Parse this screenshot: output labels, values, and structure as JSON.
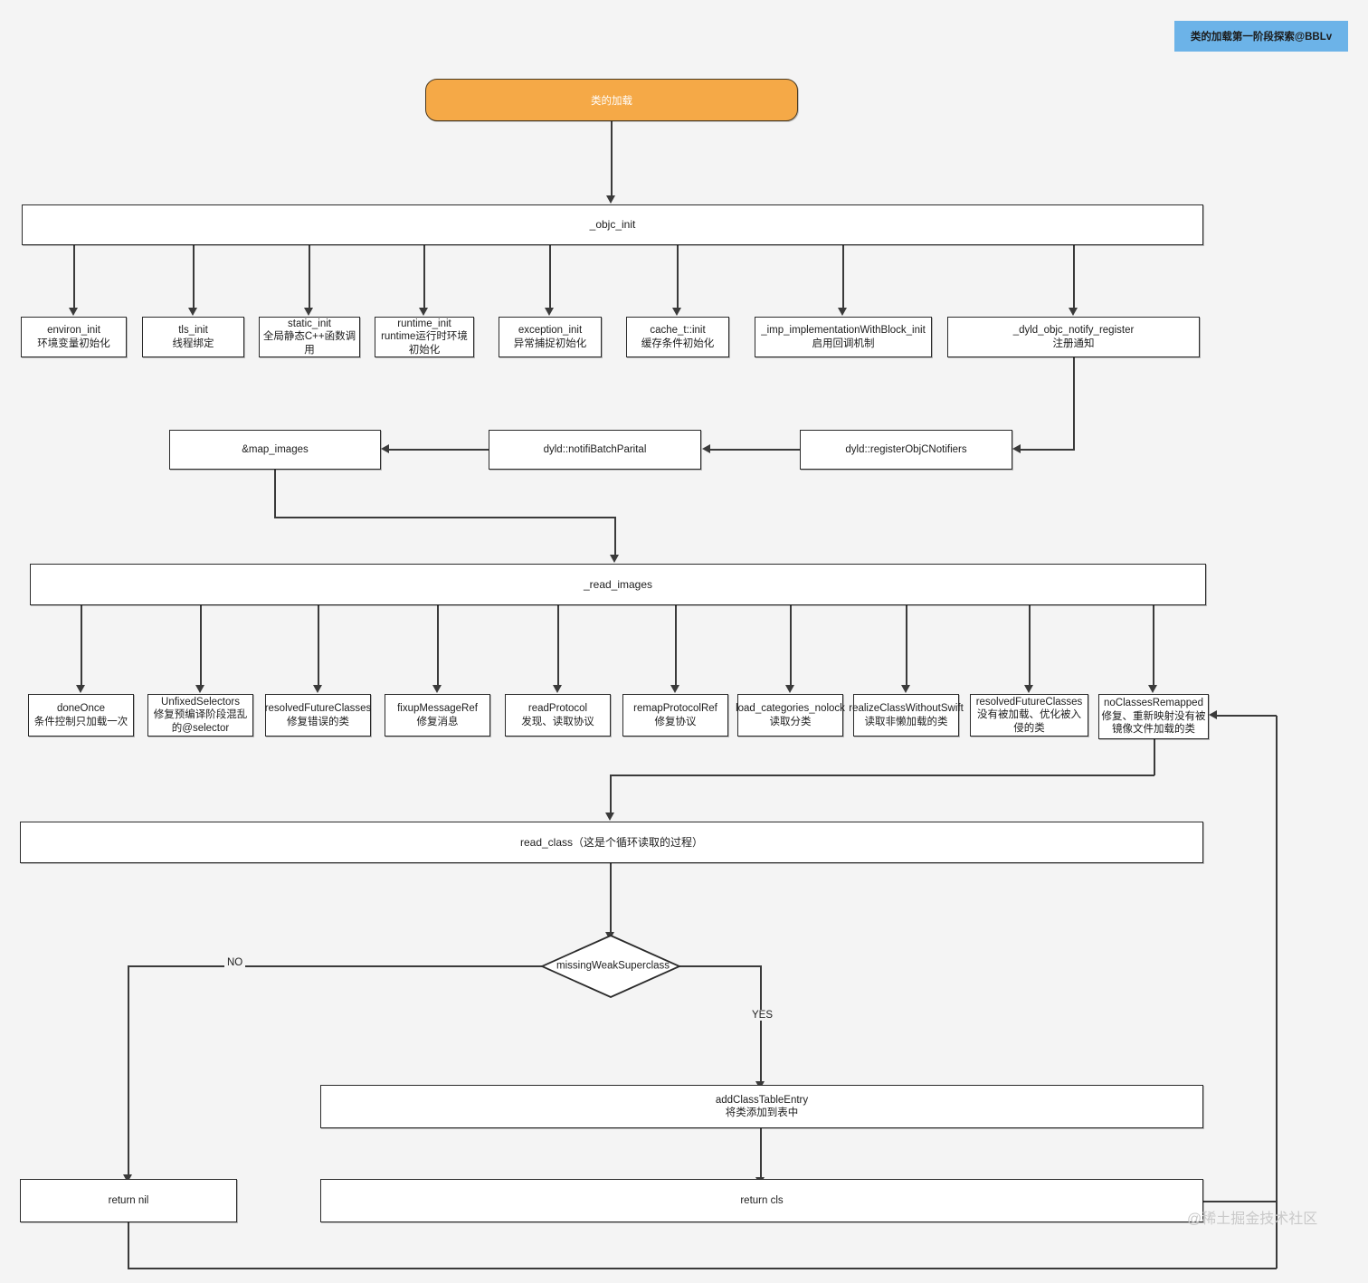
{
  "badge": {
    "text": "类的加载第一阶段探索@BBLv"
  },
  "watermark": {
    "text": "@稀土掘金技术社区"
  },
  "colors": {
    "start_fill": "#f5a947",
    "badge_fill": "#6cb3e8",
    "node_stroke": "#2b2b2b",
    "canvas_bg": "#f4f4f4"
  },
  "nodes": {
    "start": {
      "title": "类的加载"
    },
    "objc_init": {
      "title": "_objc_init"
    },
    "read_images": {
      "title": "_read_images"
    },
    "read_class": {
      "title": "read_class（这是个循环读取的过程）"
    },
    "decision": {
      "title": "missingWeakSuperclass"
    },
    "add_class_table_entry": {
      "title": "addClassTableEntry",
      "subtitle": "将类添加到表中"
    },
    "return_nil": {
      "title": "return nil"
    },
    "return_cls": {
      "title": "return cls"
    },
    "map_images": {
      "title": "&map_images"
    },
    "notifi_batch": {
      "title": "dyld::notifiBatchParital"
    },
    "register_notifiers": {
      "title": "dyld::registerObjCNotifiers"
    }
  },
  "objc_init_children": [
    {
      "title": "environ_init",
      "subtitle": "环境变量初始化"
    },
    {
      "title": "tls_init",
      "subtitle": "线程绑定"
    },
    {
      "title": "static_init",
      "subtitle": "全局静态C++函数调用"
    },
    {
      "title": "runtime_init",
      "subtitle": "runtime运行时环境初始化"
    },
    {
      "title": "exception_init",
      "subtitle": "异常捕捉初始化"
    },
    {
      "title": "cache_t::init",
      "subtitle": "缓存条件初始化"
    },
    {
      "title": "_imp_implementationWithBlock_init",
      "subtitle": "启用回调机制"
    },
    {
      "title": "_dyld_objc_notify_register",
      "subtitle": "注册通知"
    }
  ],
  "read_images_children": [
    {
      "title": "doneOnce",
      "subtitle": "条件控制只加载一次"
    },
    {
      "title": "UnfixedSelectors",
      "subtitle": "修复预编译阶段混乱的@selector"
    },
    {
      "title": "resolvedFutureClasses",
      "subtitle": "修复错误的类"
    },
    {
      "title": "fixupMessageRef",
      "subtitle": "修复消息"
    },
    {
      "title": "readProtocol",
      "subtitle": "发现、读取协议"
    },
    {
      "title": "remapProtocolRef",
      "subtitle": "修复协议"
    },
    {
      "title": "load_categories_nolock",
      "subtitle": "读取分类"
    },
    {
      "title": "realizeClassWithoutSwift",
      "subtitle": "读取非懒加载的类"
    },
    {
      "title": "resolvedFutureClasses",
      "subtitle": "没有被加载、优化被入侵的类"
    },
    {
      "title": "noClassesRemapped",
      "subtitle": "修复、重新映射没有被镜像文件加载的类"
    }
  ],
  "edges": {
    "no_label": "NO",
    "yes_label": "YES"
  }
}
